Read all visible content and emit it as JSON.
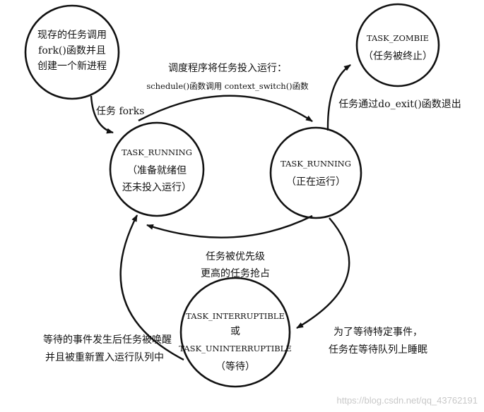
{
  "states": {
    "parent": {
      "lines": [
        "现存的任务调用",
        "fork()函数并且",
        "创建一个新进程"
      ]
    },
    "zombie": {
      "lines": [
        "TASK_ZOMBIE",
        "（任务被终止）"
      ]
    },
    "ready": {
      "lines": [
        "TASK_RUNNING",
        "（准备就绪但",
        "还未投入运行）"
      ]
    },
    "running": {
      "lines": [
        "TASK_RUNNING",
        "（正在运行）"
      ]
    },
    "waiting": {
      "lines": [
        "TASK_INTERRUPTIBLE",
        "或",
        "TASK_UNINTERRUPTIBLE",
        "（等待）"
      ]
    }
  },
  "transitions": {
    "fork": {
      "lines": [
        "任务 forks"
      ]
    },
    "schedule": {
      "lines": [
        "调度程序将任务投入运行：",
        "schedule()函数调用 context_switch()函数"
      ]
    },
    "exit": {
      "lines": [
        "任务通过do_exit()函数退出"
      ]
    },
    "preempt": {
      "lines": [
        "任务被优先级",
        "更高的任务抢占"
      ]
    },
    "sleep": {
      "lines": [
        "为了等待特定事件，",
        "任务在等待队列上睡眠"
      ]
    },
    "wake": {
      "lines": [
        "等待的事件发生后任务被唤醒",
        "并且被重新置入运行队列中"
      ]
    }
  },
  "watermark": "https://blog.csdn.net/qq_43762191"
}
